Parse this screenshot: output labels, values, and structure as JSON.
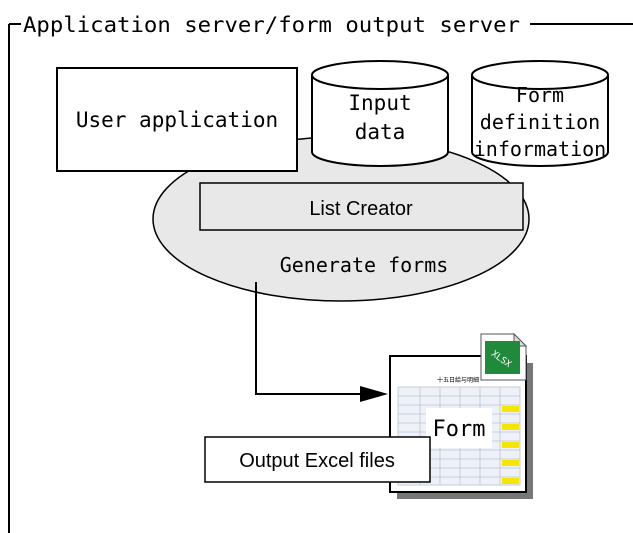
{
  "frame": {
    "title": "Application server/form output server"
  },
  "user_app": {
    "label": "User application"
  },
  "input_data": {
    "line1": "Input",
    "line2": "data"
  },
  "form_def": {
    "line1": "Form",
    "line2": "definition",
    "line3": "information"
  },
  "engine": {
    "product": "List Creator",
    "caption": "Generate forms"
  },
  "output": {
    "form_label": "Form",
    "file_badge": "XLSX",
    "doc_heading": "十五日給与明細",
    "caption": "Output Excel files"
  },
  "colors": {
    "ellipse_fill": "#e8e8e8",
    "excel_green": "#1e8a3a",
    "highlight_yellow": "#f5e600",
    "sheet_grid": "#b8c4d6"
  }
}
